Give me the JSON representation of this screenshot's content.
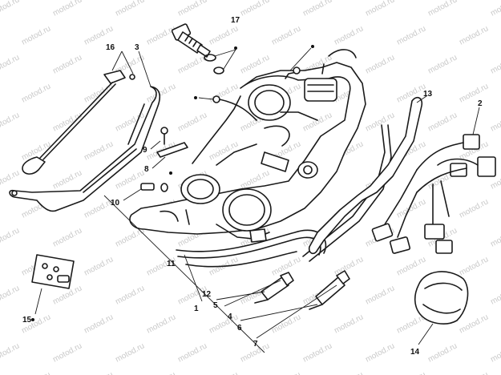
{
  "watermark": "motod.ru",
  "callouts": [
    {
      "id": "c17",
      "label": "17"
    },
    {
      "id": "c16",
      "label": "16"
    },
    {
      "id": "c3",
      "label": "3"
    },
    {
      "id": "c13",
      "label": "13"
    },
    {
      "id": "c2",
      "label": "2"
    },
    {
      "id": "c9",
      "label": "9"
    },
    {
      "id": "c8",
      "label": "8"
    },
    {
      "id": "c10",
      "label": "10"
    },
    {
      "id": "c15",
      "label": "15"
    },
    {
      "id": "c11",
      "label": "11"
    },
    {
      "id": "c12",
      "label": "12"
    },
    {
      "id": "c1",
      "label": "1"
    },
    {
      "id": "c5",
      "label": "5"
    },
    {
      "id": "c4",
      "label": "4"
    },
    {
      "id": "c6",
      "label": "6"
    },
    {
      "id": "c7",
      "label": "7"
    },
    {
      "id": "c14",
      "label": "14"
    }
  ]
}
